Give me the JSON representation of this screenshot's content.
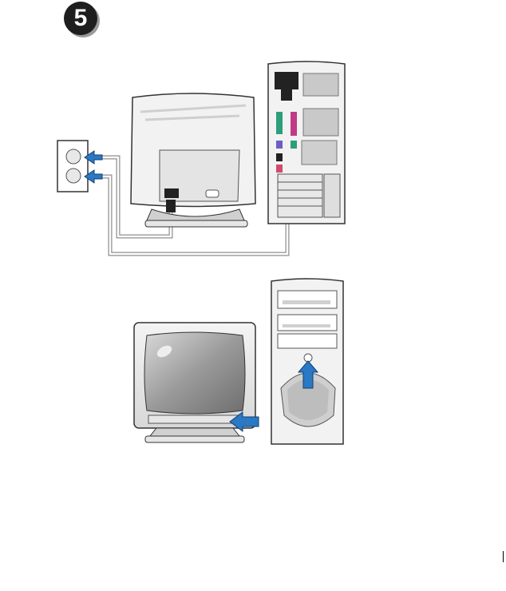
{
  "step": {
    "number": "5"
  },
  "figures": [
    {
      "name": "rear-power-connections",
      "icons": [
        "wall-outlet-icon",
        "monitor-rear-icon",
        "computer-tower-rear-icon",
        "power-cable-icon",
        "plug-arrow-icon"
      ]
    },
    {
      "name": "front-power-buttons",
      "icons": [
        "monitor-front-icon",
        "computer-tower-front-icon",
        "press-arrow-icon"
      ]
    }
  ],
  "colors": {
    "arrow": "#2b78c4",
    "outline": "#333333",
    "case": "#f2f2f2",
    "shade": "#d8d8d8",
    "screen": "#8c8c8c",
    "accent": "#c13a84"
  }
}
